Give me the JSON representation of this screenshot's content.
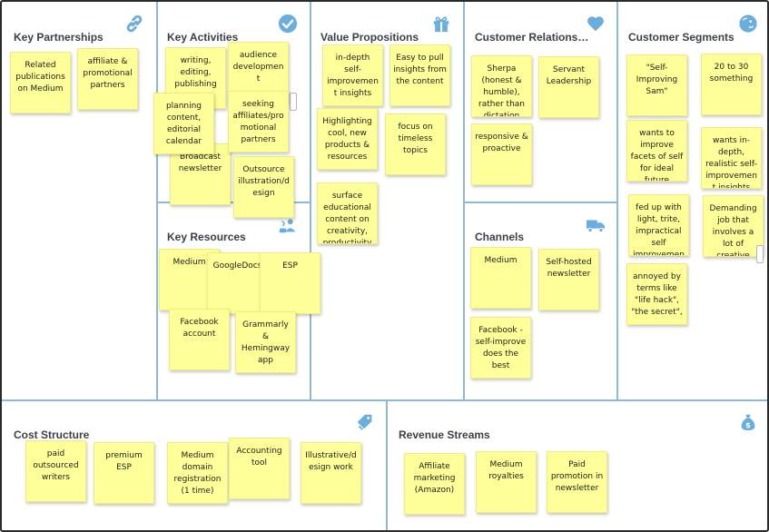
{
  "sections": {
    "key_partnerships": "Key Partnerships",
    "key_activities": "Key Activities",
    "key_resources": "Key Resources",
    "value_propositions": "Value Propositions",
    "customer_relationships": "Customer Relations…",
    "channels": "Channels",
    "customer_segments": "Customer Segments",
    "cost_structure": "Cost Structure",
    "revenue_streams": "Revenue Streams"
  },
  "icons": {
    "key_partnerships": "link-icon",
    "key_activities": "checkmark-icon",
    "key_resources": "worker-icon",
    "value_propositions": "gift-icon",
    "customer_relationships": "heart-icon",
    "channels": "truck-icon",
    "customer_segments": "face-icon",
    "cost_structure": "price-tag-icon",
    "revenue_streams": "money-bag-icon"
  },
  "colors": {
    "note": "#ffff99",
    "divider": "#8fb8d4",
    "icon": "#6aaee0",
    "title": "#3a4148"
  },
  "notes": {
    "kp": [
      "Related publications on Medium",
      "affiliate & promotional partners"
    ],
    "ka": [
      "writing, editing, publishing",
      "audience development",
      "planning content, editorial calendar",
      "seeking affiliates/promotional partners",
      "Broadcast newsletter",
      "Outsource illustration/design"
    ],
    "kr": [
      "Medium",
      "GoogleDocs",
      "ESP",
      "Facebook account",
      "Grammarly & Hemingway app"
    ],
    "vp": [
      "in-depth self-improvement insights",
      "Easy to pull insights from the content",
      "Highlighting cool, new products & resources",
      "focus on timeless topics",
      "surface educational content on creativity, productivity"
    ],
    "cr": [
      "Sherpa (honest & humble), rather than dictation",
      "Servant Leadership",
      "responsive & proactive"
    ],
    "ch": [
      "Medium",
      "Self-hosted newsletter",
      "Facebook - self-improve does the best"
    ],
    "cs": [
      "\"Self-Improving Sam\"",
      "20 to 30 something",
      "wants to improve facets of self for ideal future",
      "wants in-depth, realistic self-improvement insights",
      "fed up with light, trite, impractical self improvement",
      "Demanding job that involves a lot of creative work",
      "annoyed by terms like \"life hack\", \"the secret\","
    ],
    "cost": [
      "paid outsourced writers",
      "premium ESP",
      "Medium domain registration (1 time)",
      "Accounting tool",
      "Illustrative/design work"
    ],
    "rev": [
      "Affiliate marketing (Amazon)",
      "Medium royalties",
      "Paid promotion in newsletter"
    ]
  }
}
